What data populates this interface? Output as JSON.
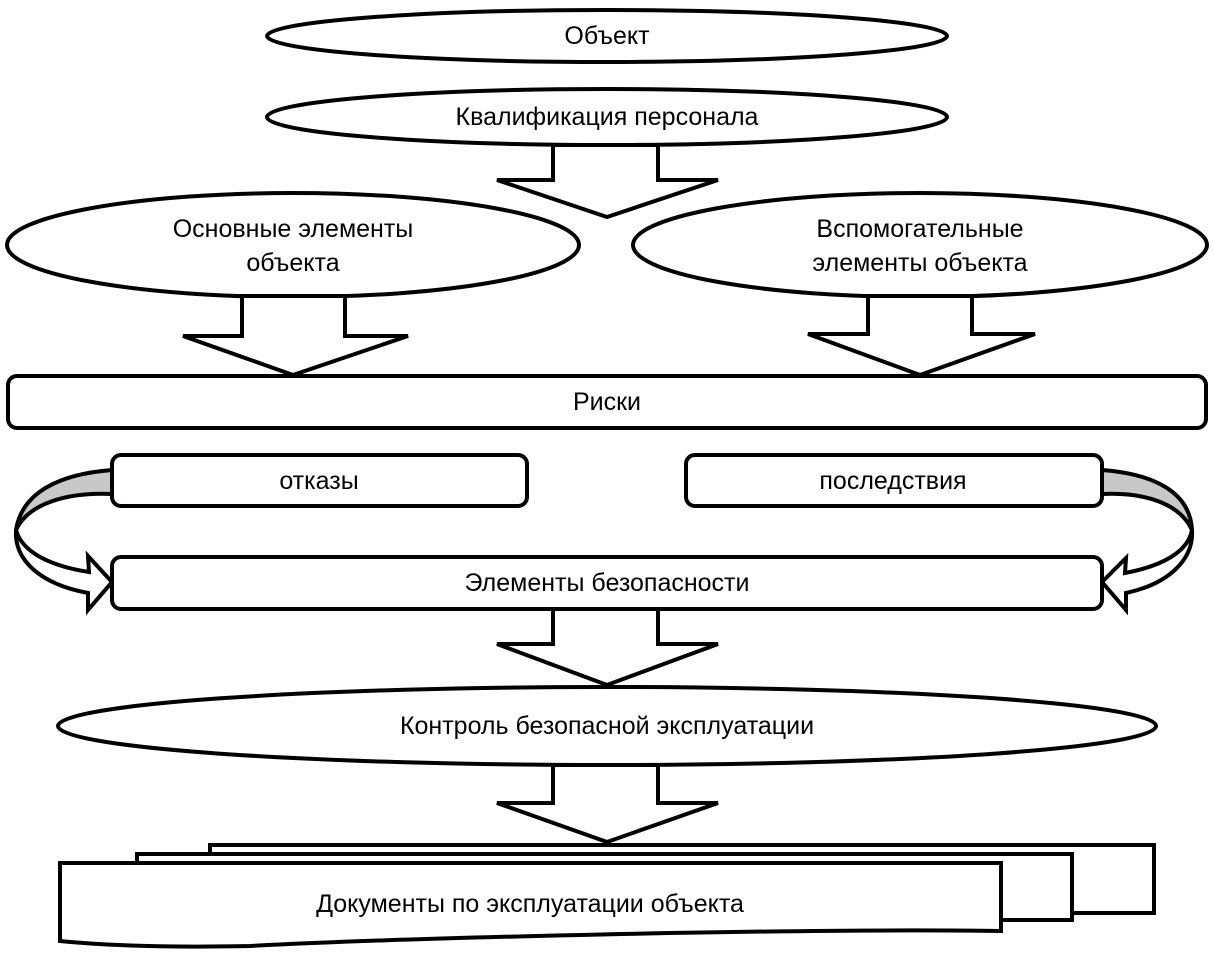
{
  "diagram": {
    "type": "flowchart",
    "language": "ru",
    "colors": {
      "stroke": "#000000",
      "fill": "#ffffff",
      "loop_band": "#c8c8c8",
      "background": "#ffffff"
    },
    "nodes": {
      "object": {
        "label": "Объект",
        "shape": "ellipse"
      },
      "personnel_qualification": {
        "label": "Квалификация персонала",
        "shape": "ellipse"
      },
      "main_elements": {
        "label_line1": "Основные элементы",
        "label_line2": "объекта",
        "shape": "ellipse"
      },
      "auxiliary_elements": {
        "label_line1": "Вспомогательные",
        "label_line2": "элементы объекта",
        "shape": "ellipse"
      },
      "risks": {
        "label": "Риски",
        "shape": "rounded-rect"
      },
      "failures": {
        "label": "отказы",
        "shape": "rounded-rect"
      },
      "consequences": {
        "label": "последствия",
        "shape": "rounded-rect"
      },
      "safety_elements": {
        "label": "Элементы безопасности",
        "shape": "rounded-rect"
      },
      "safe_operation_control": {
        "label": "Контроль безопасной эксплуатации",
        "shape": "ellipse"
      },
      "operation_documents": {
        "label": "Документы по эксплуатации объекта",
        "shape": "document-stack"
      }
    },
    "edges": [
      {
        "from": "personnel_qualification",
        "to": "main_elements+auxiliary_elements",
        "style": "block-arrow-down"
      },
      {
        "from": "main_elements",
        "to": "risks",
        "style": "block-arrow-down"
      },
      {
        "from": "auxiliary_elements",
        "to": "risks",
        "style": "block-arrow-down"
      },
      {
        "from": "failures",
        "to": "safety_elements",
        "style": "curved-loop-arrow-left"
      },
      {
        "from": "consequences",
        "to": "safety_elements",
        "style": "curved-loop-arrow-right"
      },
      {
        "from": "safety_elements",
        "to": "safe_operation_control",
        "style": "block-arrow-down"
      },
      {
        "from": "safe_operation_control",
        "to": "operation_documents",
        "style": "block-arrow-down"
      }
    ]
  }
}
